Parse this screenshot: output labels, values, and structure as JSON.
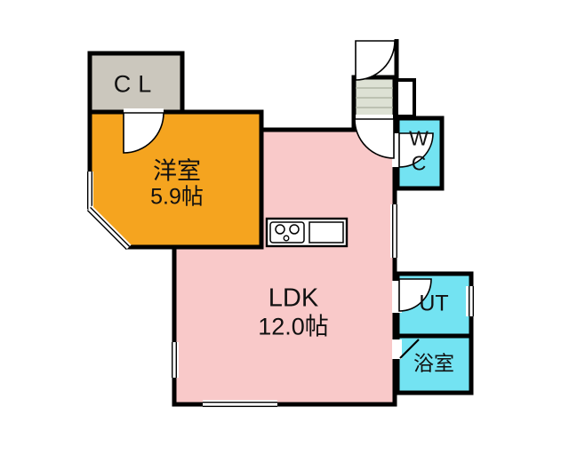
{
  "floorplan": {
    "rooms": {
      "closet": {
        "label": "CL"
      },
      "western_room": {
        "name": "洋室",
        "size": "5.9帖"
      },
      "ldk": {
        "name": "LDK",
        "size": "12.0帖"
      },
      "wc": {
        "letters": [
          "W",
          "C"
        ]
      },
      "utility": {
        "label": "UT"
      },
      "bathroom": {
        "label": "浴室"
      }
    },
    "colors": {
      "wall": "#000000",
      "closet": "#CBC7BD",
      "western_room": "#F5A41F",
      "ldk": "#F9C9C9",
      "wet_area": "#73E3F2",
      "genkan_tile": "#DDE1D4",
      "white": "#FFFFFF"
    },
    "icons": [
      "entry-door-swing",
      "closet-door-swing",
      "hall-door-swing",
      "wc-door-swing",
      "utility-door-swing",
      "bath-door-leaf",
      "stove-burners",
      "kitchen-sink",
      "window",
      "corner-window",
      "genkan-tiles",
      "shoe-cabinet"
    ]
  }
}
